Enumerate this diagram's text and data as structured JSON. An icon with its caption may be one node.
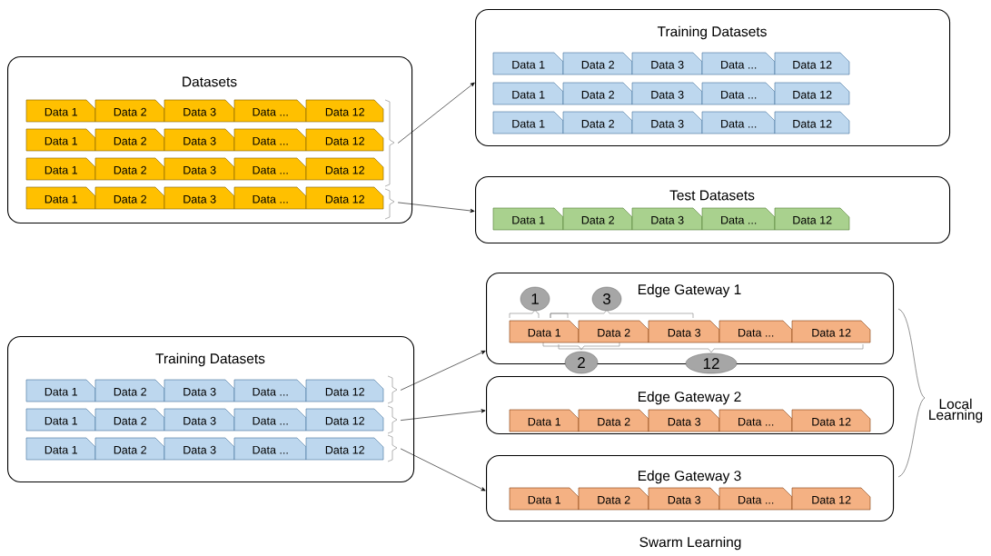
{
  "diagram": {
    "caption": "Swarm Learning",
    "nodes": [
      {
        "text": [
          "Datasets"
        ]
      },
      {
        "text": [
          "Data 1"
        ],
        "in": 0
      },
      {
        "text": [
          "Data 2"
        ],
        "in": 0
      },
      {
        "text": [
          "Data 3"
        ],
        "in": 0
      },
      {
        "text": [
          "Data ..."
        ],
        "in": 0
      },
      {
        "text": [
          "Data 12"
        ],
        "in": 0
      },
      {
        "text": [
          "Data 1"
        ],
        "in": 0
      },
      {
        "text": [
          "Data 2"
        ],
        "in": 0
      },
      {
        "text": [
          "Data 3"
        ],
        "in": 0
      },
      {
        "text": [
          "Data ..."
        ],
        "in": 0
      },
      {
        "text": [
          "Data 12"
        ],
        "in": 0
      },
      {
        "text": [
          "Data 1"
        ],
        "in": 0
      },
      {
        "text": [
          "Data 2"
        ],
        "in": 0
      },
      {
        "text": [
          "Data 3"
        ],
        "in": 0
      },
      {
        "text": [
          "Data ..."
        ],
        "in": 0
      },
      {
        "text": [
          "Data 12"
        ],
        "in": 0
      },
      {
        "text": [
          "Data 1"
        ],
        "in": 0
      },
      {
        "text": [
          "Data 2"
        ],
        "in": 0
      },
      {
        "text": [
          "Data 3"
        ],
        "in": 0
      },
      {
        "text": [
          "Data ..."
        ],
        "in": 0
      },
      {
        "text": [
          "Data 12"
        ],
        "in": 0
      },
      {
        "text": [
          "Training Datasets"
        ]
      },
      {
        "text": [
          "Data 1"
        ],
        "in": 21
      },
      {
        "text": [
          "Data 2"
        ],
        "in": 21
      },
      {
        "text": [
          "Data 3"
        ],
        "in": 21
      },
      {
        "text": [
          "Data ..."
        ],
        "in": 21
      },
      {
        "text": [
          "Data 12"
        ],
        "in": 21
      },
      {
        "text": [
          "Data 1"
        ],
        "in": 21
      },
      {
        "text": [
          "Data 2"
        ],
        "in": 21
      },
      {
        "text": [
          "Data 3"
        ],
        "in": 21
      },
      {
        "text": [
          "Data ..."
        ],
        "in": 21
      },
      {
        "text": [
          "Data 12"
        ],
        "in": 21
      },
      {
        "text": [
          "Data 1"
        ],
        "in": 21
      },
      {
        "text": [
          "Data 2"
        ],
        "in": 21
      },
      {
        "text": [
          "Data 3"
        ],
        "in": 21
      },
      {
        "text": [
          "Data ..."
        ],
        "in": 21
      },
      {
        "text": [
          "Data 12"
        ],
        "in": 21
      },
      {
        "text": [
          "Test Datasets"
        ]
      },
      {
        "text": [
          "Data 1"
        ],
        "in": 37
      },
      {
        "text": [
          "Data 2"
        ],
        "in": 37
      },
      {
        "text": [
          "Data 3"
        ],
        "in": 37
      },
      {
        "text": [
          "Data ..."
        ],
        "in": 37
      },
      {
        "text": [
          "Data 12"
        ],
        "in": 37
      },
      {
        "text": [
          "Training Datasets"
        ]
      },
      {
        "text": [
          "Data 1"
        ],
        "in": 43
      },
      {
        "text": [
          "Data 2"
        ],
        "in": 43
      },
      {
        "text": [
          "Data 3"
        ],
        "in": 43
      },
      {
        "text": [
          "Data ..."
        ],
        "in": 43
      },
      {
        "text": [
          "Data 12"
        ],
        "in": 43
      },
      {
        "text": [
          "Data 1"
        ],
        "in": 43
      },
      {
        "text": [
          "Data 2"
        ],
        "in": 43
      },
      {
        "text": [
          "Data 3"
        ],
        "in": 43
      },
      {
        "text": [
          "Data ..."
        ],
        "in": 43
      },
      {
        "text": [
          "Data 12"
        ],
        "in": 43
      },
      {
        "text": [
          "Data 1"
        ],
        "in": 43
      },
      {
        "text": [
          "Data 2"
        ],
        "in": 43
      },
      {
        "text": [
          "Data 3"
        ],
        "in": 43
      },
      {
        "text": [
          "Data ..."
        ],
        "in": 43
      },
      {
        "text": [
          "Data 12"
        ],
        "in": 43
      },
      {
        "text": [
          "Edge Gateway 1"
        ]
      },
      {
        "text": [
          "1"
        ],
        "in": 59
      },
      {
        "text": [
          "3"
        ],
        "in": 59
      },
      {
        "text": [
          "Data 1"
        ],
        "in": 59
      },
      {
        "text": [
          "Data 2"
        ],
        "in": 59
      },
      {
        "text": [
          "Data 3"
        ],
        "in": 59
      },
      {
        "text": [
          "Data ..."
        ],
        "in": 59
      },
      {
        "text": [
          "Data 12"
        ],
        "in": 59
      },
      {
        "text": [
          "2"
        ]
      },
      {
        "text": [
          "12"
        ]
      },
      {
        "text": [
          "Edge Gateway 2"
        ]
      },
      {
        "text": [
          "Data 1"
        ],
        "in": 69
      },
      {
        "text": [
          "Data 2"
        ],
        "in": 69
      },
      {
        "text": [
          "Data 3"
        ],
        "in": 69
      },
      {
        "text": [
          "Data ..."
        ],
        "in": 69
      },
      {
        "text": [
          "Data 12"
        ],
        "in": 69
      },
      {
        "text": [
          "Edge Gateway 3"
        ]
      },
      {
        "text": [
          "Data 1"
        ],
        "in": 75
      },
      {
        "text": [
          "Data 2"
        ],
        "in": 75
      },
      {
        "text": [
          "Data 3"
        ],
        "in": 75
      },
      {
        "text": [
          "Data ..."
        ],
        "in": 75
      },
      {
        "text": [
          "Data 12"
        ],
        "in": 75
      }
    ],
    "edges": [
      {
        "from": 0,
        "to": 21,
        "arrow": "to"
      },
      {
        "from": 0,
        "to": 37,
        "arrow": "to"
      },
      {
        "from": 43,
        "to": 59,
        "arrow": "to"
      },
      {
        "from": 43,
        "to": 69,
        "arrow": "to"
      },
      {
        "from": 43,
        "to": 75,
        "arrow": "to"
      }
    ],
    "labels": [
      "Local Learning"
    ]
  }
}
